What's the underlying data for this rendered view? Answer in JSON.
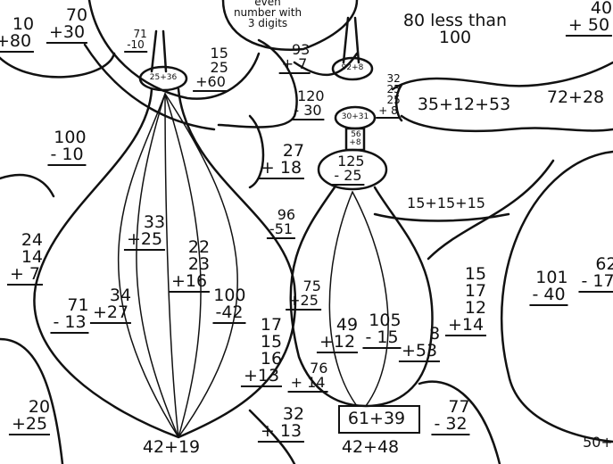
{
  "worksheet": {
    "problems": [
      [
        "10",
        "+80"
      ],
      [
        "70",
        "+30"
      ],
      [
        "71",
        "-10"
      ],
      [
        "25+36"
      ],
      [
        "15",
        "25",
        "+60"
      ],
      [
        "even",
        "number with",
        "3 digits"
      ],
      [
        "93",
        "+ 7"
      ],
      [
        "120",
        "- 30"
      ],
      [
        "100",
        "- 10"
      ],
      [
        "27",
        "+ 18"
      ],
      [
        "92+8"
      ],
      [
        "30+31"
      ],
      [
        "56",
        "+8"
      ],
      [
        "125",
        "- 25"
      ],
      [
        "80 less than",
        "100"
      ],
      [
        "40",
        "+ 50"
      ],
      [
        "32",
        "25",
        "25",
        "+ 8"
      ],
      [
        "35+12+53"
      ],
      [
        "72+28"
      ],
      [
        "15+15+15"
      ],
      [
        "33",
        "+25"
      ],
      [
        "22",
        "23",
        "+16"
      ],
      [
        "96",
        "-51"
      ],
      [
        "24",
        "14",
        "+ 7"
      ],
      [
        "71",
        "- 13"
      ],
      [
        "34",
        "+27"
      ],
      [
        "100",
        "-42"
      ],
      [
        "75",
        "+25"
      ],
      [
        "17",
        "15",
        "16",
        "+13"
      ],
      [
        "49",
        "+12"
      ],
      [
        "105",
        "- 15"
      ],
      [
        "8",
        "+53"
      ],
      [
        "15",
        "17",
        "12",
        "+14"
      ],
      [
        "101",
        "- 40"
      ],
      [
        "62",
        "- 17"
      ],
      [
        "76",
        "+ 14"
      ],
      [
        "20",
        "+25"
      ],
      [
        "32",
        "+ 13"
      ],
      [
        "61+39"
      ],
      [
        "77",
        "- 32"
      ],
      [
        "42+19"
      ],
      [
        "42+48"
      ],
      [
        "50+"
      ]
    ]
  }
}
